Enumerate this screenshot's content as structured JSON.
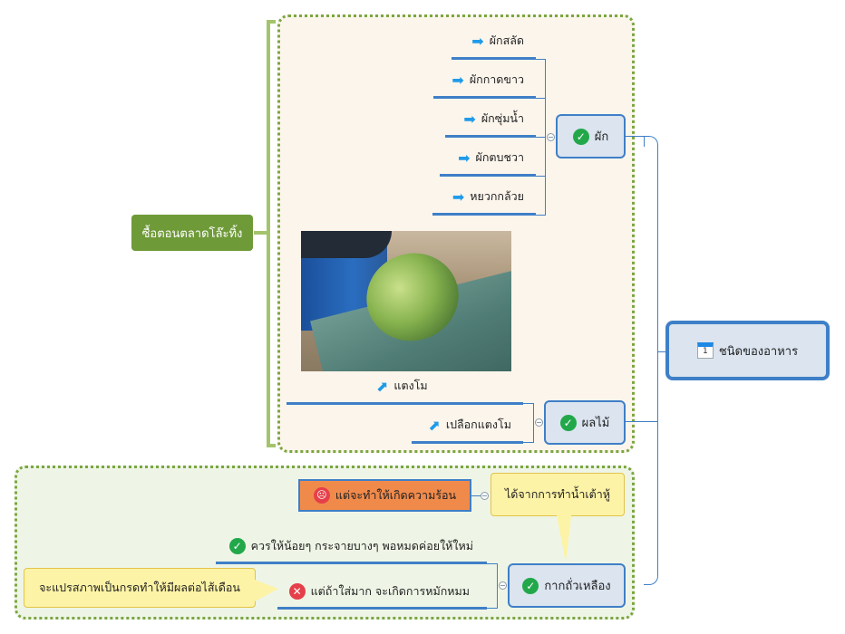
{
  "central": {
    "label": "ชนิดของอาหาร",
    "icon": "calendar-icon"
  },
  "vegetable": {
    "label": "ผัก",
    "items": [
      "ผักสลัด",
      "ผักกาดขาว",
      "ผักซุ่มน้ำ",
      "ผักตบชวา",
      "หยวกกล้วย"
    ]
  },
  "fruit": {
    "label": "ผลไม้",
    "image_caption": "แตงโม",
    "items": [
      "เปลือกแตงโม"
    ]
  },
  "soy": {
    "label": "กากถั่วเหลือง",
    "callout": "ได้จากการทำน้ำเต้าหู้",
    "items": [
      "ควรให้น้อยๆ กระจายบางๆ พอหมดค่อยให้ใหม่",
      "แต่ถ้าใส่มาก จะเกิดการหมักหมม"
    ],
    "warning": "แต่จะทำให้เกิดความร้อน",
    "note": "จะแปรสภาพเป็นกรดทำให้มีผลต่อไส้เดือน"
  },
  "summary_label": "ซื้อตอนตลาดโล๊ะทิ้ง",
  "colors": {
    "accent": "#3f7fc7",
    "boundary": "#7aa640",
    "summary": "#6e9a38",
    "check": "#22a84a",
    "warning": "#f08a4b",
    "callout": "#fdf3a6"
  }
}
